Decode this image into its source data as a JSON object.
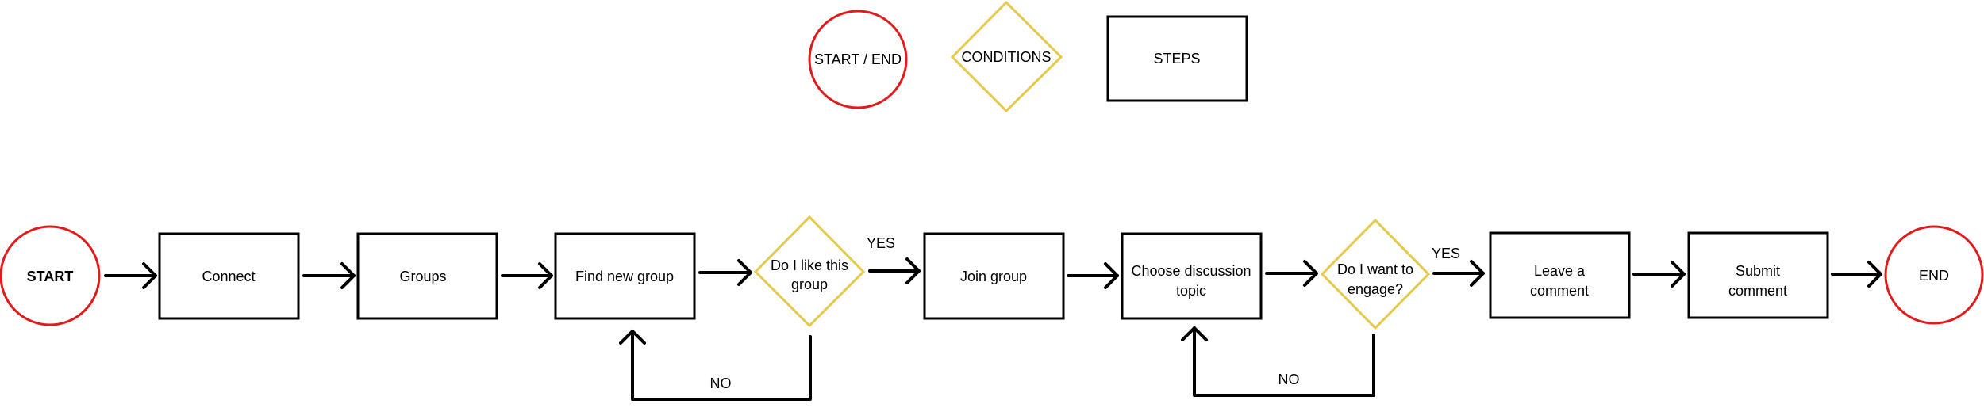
{
  "colors": {
    "start_end": "#e01b1b",
    "condition": "#e6c84a",
    "step": "#000000",
    "line": "#000000"
  },
  "legend": {
    "start_end": "START / END",
    "condition": "CONDITIONS",
    "step": "STEPS"
  },
  "flow": {
    "start": "START",
    "connect": "Connect",
    "groups": "Groups",
    "find_new_group": "Find new group",
    "like_group_q": [
      "Do I like this",
      "group"
    ],
    "yes_1": "YES",
    "no_1": "NO",
    "join_group": "Join group",
    "choose_topic": [
      "Choose discussion",
      "topic"
    ],
    "engage_q": [
      "Do I want to",
      "engage?"
    ],
    "yes_2": "YES",
    "no_2": "NO",
    "leave_comment": [
      "Leave a",
      "comment"
    ],
    "submit_comment": [
      "Submit",
      "comment"
    ],
    "end": "END"
  }
}
